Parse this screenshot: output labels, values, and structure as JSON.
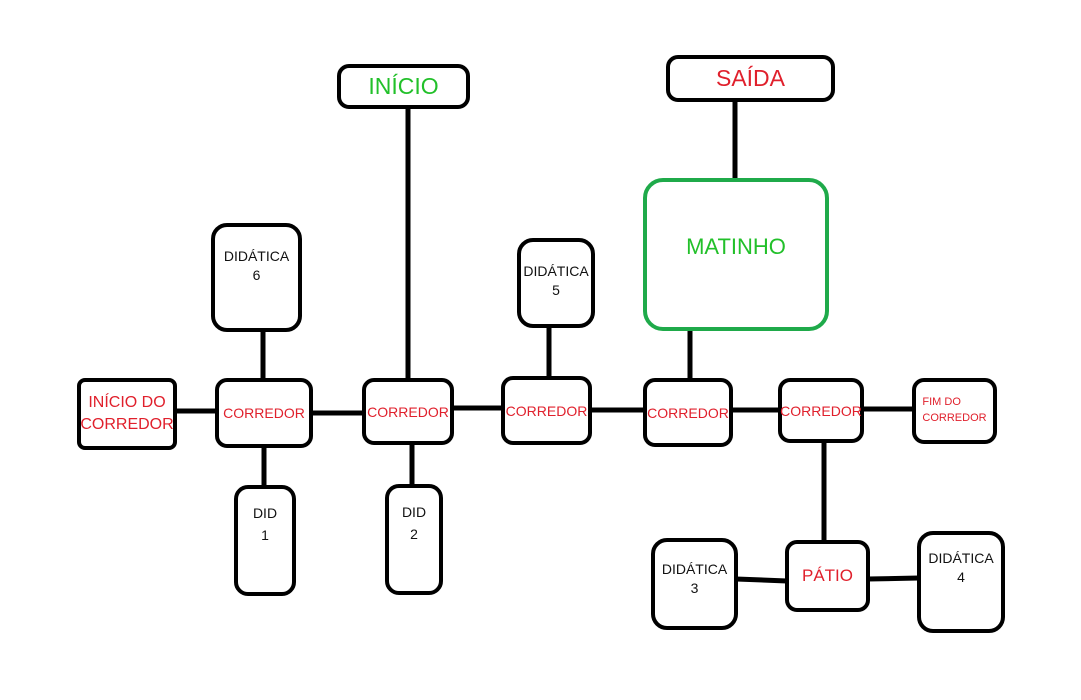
{
  "colors": {
    "red": "#e0202c",
    "green": "#22c02a",
    "green_border": "#1faa4a",
    "black": "#000000"
  },
  "nodes": {
    "inicio": "INÍCIO",
    "saida": "SAÍDA",
    "matinho": "MATINHO",
    "didatica6": [
      "DIDÁTICA",
      "6"
    ],
    "didatica5": [
      "DIDÁTICA",
      "5"
    ],
    "inicio_corredor": [
      "INÍCIO DO",
      "CORREDOR"
    ],
    "corredor1": "CORREDOR",
    "corredor2": "CORREDOR",
    "corredor3": "CORREDOR",
    "corredor4": "CORREDOR",
    "corredor5": "CORREDOR",
    "fim_corredor": [
      "FIM DO",
      "CORREDOR"
    ],
    "did1": [
      "DID",
      "1"
    ],
    "did2": [
      "DID",
      "2"
    ],
    "didatica3": [
      "DIDÁTICA",
      "3"
    ],
    "patio": "PÁTIO",
    "didatica4": [
      "DIDÁTICA",
      "4"
    ]
  }
}
